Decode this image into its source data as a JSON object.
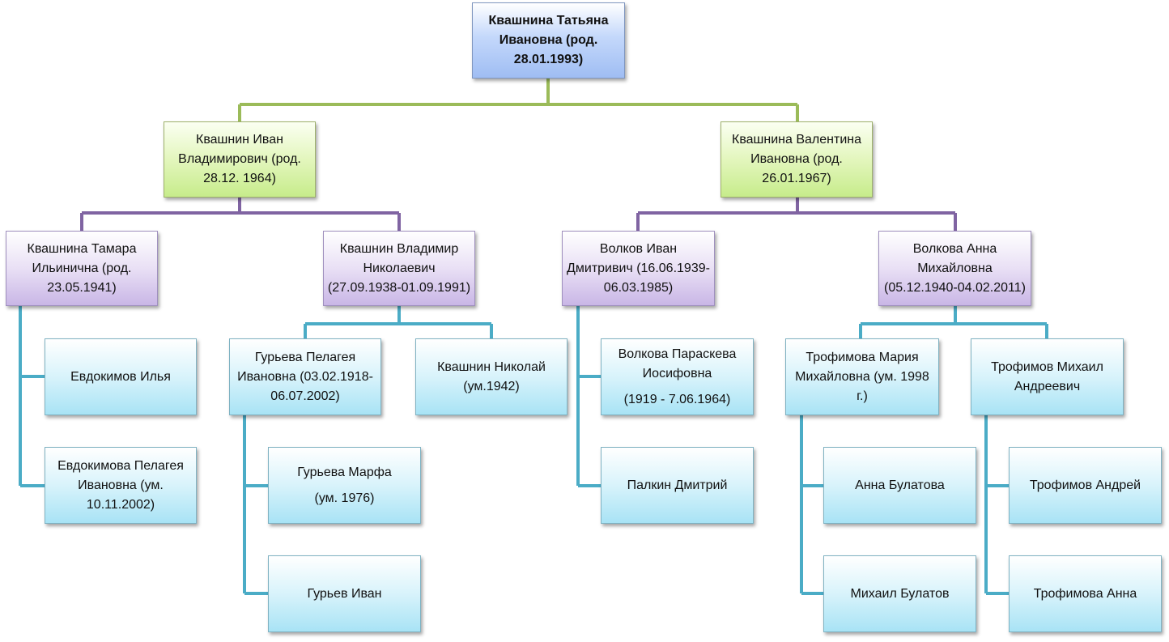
{
  "root": "Квашнина Татьяна Ивановна (род. 28.01.1993)",
  "parents": {
    "father": "Квашнин Иван Владимирович (род. 28.12. 1964)",
    "mother": "Квашнина Валентина Ивановна (род. 26.01.1967)"
  },
  "grandparents": {
    "paternal_grandmother": "Квашнина Тамара Ильинична (род. 23.05.1941)",
    "paternal_grandfather": "Квашнин Владимир Николаевич (27.09.1938-01.09.1991)",
    "maternal_grandfather": "Волков Иван Дмитривич (16.06.1939-06.03.1985)",
    "maternal_grandmother": "Волкова Анна Михайловна (05.12.1940-04.02.2011)"
  },
  "great_grandparents": {
    "tamara_father": "Евдокимов Илья",
    "tamara_mother": "Евдокимова Пелагея Ивановна (ум. 10.11.2002)",
    "vladimir_mother": "Гурьева Пелагея Ивановна (03.02.1918-06.07.2002)",
    "vladimir_father": "Квашнин Николай (ум.1942)",
    "ivan_mother_line1": "Волкова Параскева Иосифовна",
    "ivan_mother_line2": "(1919 -  7.06.1964)",
    "ivan_father": "Палкин Дмитрий",
    "anna_mother": "Трофимова Мария Михайловна  (ум. 1998 г.)",
    "anna_father": "Трофимов Михаил Андреевич"
  },
  "great_great_grandparents": {
    "pelageya_mother_line1": "Гурьева Марфа",
    "pelageya_mother_line2": "(ум. 1976)",
    "pelageya_father": "Гурьев Иван",
    "maria_mother": "Анна Булатова",
    "maria_father": "Михаил  Булатов",
    "mikhail_father": "Трофимов Андрей",
    "mikhail_mother": "Трофимова Анна"
  },
  "colors": {
    "root_line": "#9bbb59",
    "parent_line": "#8064a2",
    "grand_line": "#4bacc6"
  }
}
